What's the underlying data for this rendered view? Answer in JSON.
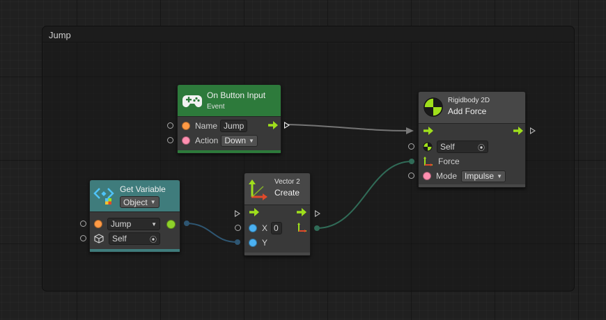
{
  "group": {
    "title": "Jump"
  },
  "on_button_input": {
    "title": "On Button Input",
    "subtitle": "Event",
    "name_label": "Name",
    "name_value": "Jump",
    "action_label": "Action",
    "action_value": "Down",
    "header_color": "#2d7a3b",
    "icon": "gamepad-icon"
  },
  "add_force": {
    "subtitle": "Rigidbody 2D",
    "title": "Add Force",
    "target_value": "Self",
    "force_label": "Force",
    "mode_label": "Mode",
    "mode_value": "Impulse",
    "icon": "rigidbody-2d-icon"
  },
  "get_variable": {
    "title": "Get Variable",
    "kind_value": "Object",
    "name_value": "Jump",
    "target_value": "Self",
    "header_color": "#3f7c7c",
    "icon": "variable-icon"
  },
  "vector2_create": {
    "subtitle": "Vector 2",
    "title": "Create",
    "x_label": "X",
    "x_value": "0",
    "y_label": "Y",
    "icon": "vector2-axes-icon"
  },
  "colors": {
    "flow": "#9fdf1c",
    "vector_wire": "#4fd1a5",
    "float_wire": "#4aa3e0",
    "control_wire": "#e6e6e6"
  }
}
